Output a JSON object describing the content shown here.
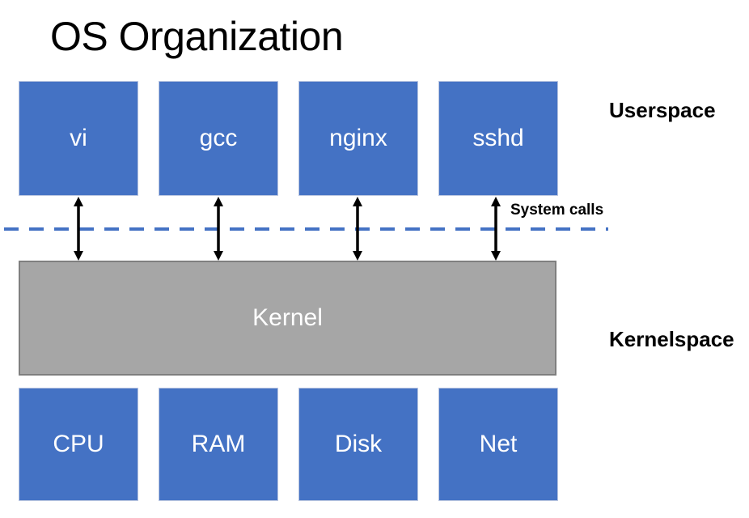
{
  "title": "OS Organization",
  "regions": {
    "userspace_label": "Userspace",
    "kernelspace_label": "Kernelspace",
    "system_calls_label": "System calls"
  },
  "userspace_apps": [
    {
      "label": "vi"
    },
    {
      "label": "gcc"
    },
    {
      "label": "nginx"
    },
    {
      "label": "sshd"
    }
  ],
  "kernel": {
    "label": "Kernel"
  },
  "hardware": [
    {
      "label": "CPU"
    },
    {
      "label": "RAM"
    },
    {
      "label": "Disk"
    },
    {
      "label": "Net"
    }
  ],
  "colors": {
    "box_blue": "#4472C4",
    "kernel_gray": "#A6A6A6",
    "kernel_border": "#7F7F7F",
    "dashed_line_blue": "#4472C4",
    "arrow_black": "#000000",
    "text_white": "#FFFFFF",
    "label_black": "#000000"
  }
}
